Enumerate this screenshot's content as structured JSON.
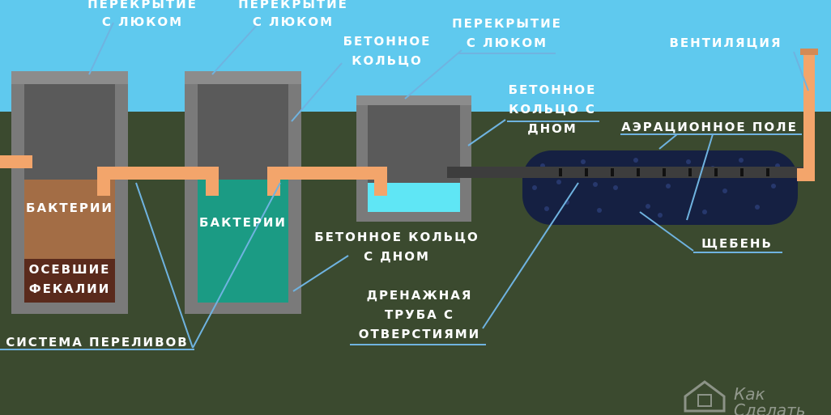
{
  "labels": {
    "top1_line1": "ПЕРЕКРЫТИЕ",
    "top1_line2": "С ЛЮКОМ",
    "top2_line1": "ПЕРЕКРЫТИЕ",
    "top2_line2": "С ЛЮКОМ",
    "ring_line1": "БЕТОННОЕ",
    "ring_line2": "КОЛЬЦО",
    "top3_line1": "ПЕРЕКРЫТИЕ",
    "top3_line2": "С ЛЮКОМ",
    "ventilation": "ВЕНТИЛЯЦИЯ",
    "ring_bottom_line1": "БЕТОННОЕ",
    "ring_bottom_line2": "КОЛЬЦО С",
    "ring_bottom_line3": "ДНОМ",
    "aeration_field": "АЭРАЦИОННОЕ ПОЛЕ",
    "bacteria1": "БАКТЕРИИ",
    "sludge_line1": "ОСЕВШИЕ",
    "sludge_line2": "ФЕКАЛИИ",
    "bacteria2": "БАКТЕРИИ",
    "ring_bottom2_line1": "БЕТОННОЕ КОЛЬЦО",
    "ring_bottom2_line2": "С ДНОМ",
    "gravel": "ЩЕБЕНЬ",
    "drain_line1": "ДРЕНАЖНАЯ",
    "drain_line2": "ТРУБА С",
    "drain_line3": "ОТВЕРСТИЯМИ",
    "overflow_system": "СИСТЕМА ПЕРЕЛИВОВ"
  },
  "watermark": {
    "line1": "Как",
    "line2": "Сделать"
  },
  "colors": {
    "sky": "#5fc9ee",
    "ground": "#3b4a2f",
    "concrete": "#5a5a5a",
    "concrete_light": "#7a7a7a",
    "pipe": "#f3a56b",
    "bacteria_brown": "#a36d45",
    "sludge": "#5a2a1c",
    "bacteria_teal": "#1b9b84",
    "clean_water": "#5fe6f5",
    "gravel": "#152042",
    "drain_pipe": "#3d3d3d",
    "leader": "#6fb3e0"
  }
}
